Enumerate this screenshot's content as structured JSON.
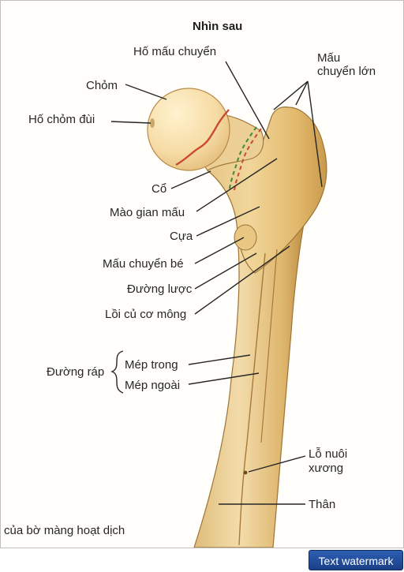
{
  "figure": {
    "title": "Nhìn sau",
    "labels": {
      "greater_trochanter": [
        "Mấu",
        "chuyển lớn"
      ],
      "trochanteric_fossa": "Hố mấu chuyển",
      "head": "Chỏm",
      "fovea": "Hố chỏm đùi",
      "neck": "Cổ",
      "intertrochanteric_crest": "Mào gian mấu",
      "tubercle": "Cựa",
      "lesser_trochanter": "Mấu chuyển bé",
      "pectineal_line": "Đường lược",
      "gluteal_tuberosity": "Lồi củ cơ mông",
      "linea_aspera": "Đường ráp",
      "medial_lip": "Mép trong",
      "lateral_lip": "Mép ngoài",
      "nutrient_foramen": [
        "Lỗ nuôi",
        "xương"
      ],
      "shaft": "Thân"
    },
    "footnote": "của bờ màng hoạt dịch"
  },
  "watermark": {
    "label": "Text watermark"
  }
}
